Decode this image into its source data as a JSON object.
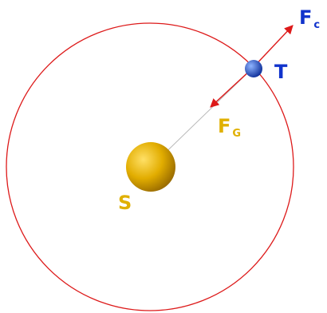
{
  "colors": {
    "orbit": "#dd1a1a",
    "force_arrow": "#dd1a1a",
    "radius_line": "#b9b9b9",
    "sun_light": "#ffe066",
    "sun_mid": "#e2ad00",
    "sun_dark": "#9a6c00",
    "earth_light": "#8fb4ff",
    "earth_dark": "#0d2f9a",
    "label_blue": "#1133cc",
    "label_gold": "#e0b000"
  },
  "labels": {
    "centrifugal_force": {
      "main": "F",
      "sub": "c"
    },
    "gravitational_force": {
      "main": "F",
      "sub": "G"
    },
    "earth": "T",
    "sun": "S"
  }
}
